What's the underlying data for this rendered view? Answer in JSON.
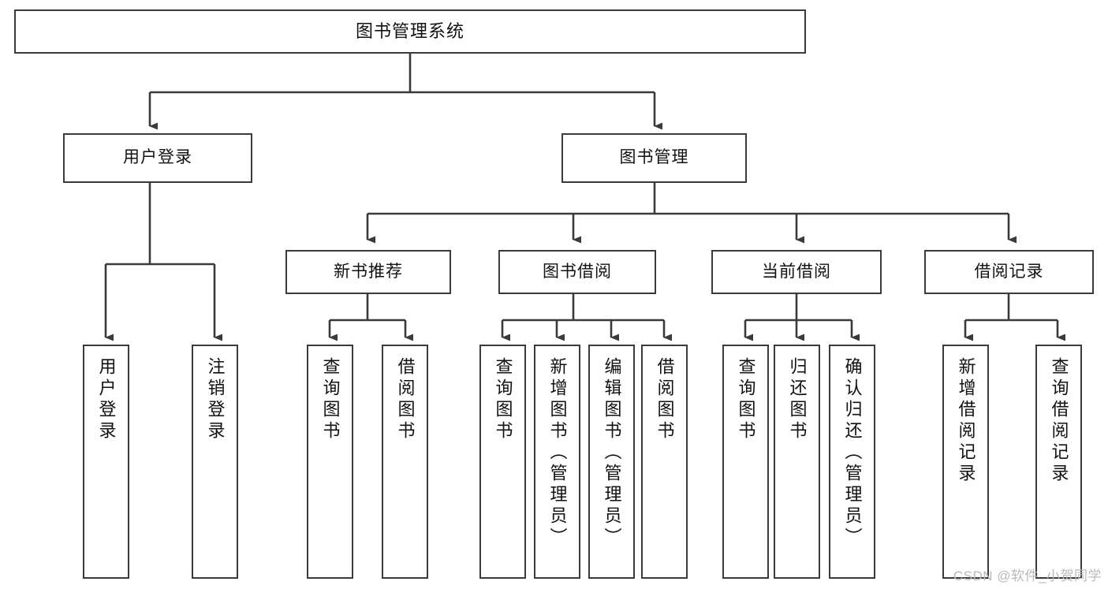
{
  "diagram": {
    "title_text": "图书管理系统",
    "colors": {
      "box_border": "#3a3a3a",
      "box_fill": "#ffffff",
      "connector": "#3a3a3a",
      "text": "#111111",
      "watermark": "#b9b9b9"
    },
    "root": {
      "label": "图书管理系统"
    },
    "level2": [
      {
        "label": "用户登录"
      },
      {
        "label": "图书管理"
      }
    ],
    "level3": [
      {
        "label": "新书推荐"
      },
      {
        "label": "图书借阅"
      },
      {
        "label": "当前借阅"
      },
      {
        "label": "借阅记录"
      }
    ],
    "leaves": [
      {
        "label": "用户登录"
      },
      {
        "label": "注销登录"
      },
      {
        "label": "查询图书"
      },
      {
        "label": "借阅图书"
      },
      {
        "label": "查询图书"
      },
      {
        "label": "新增图书（管理员）"
      },
      {
        "label": "编辑图书（管理员）"
      },
      {
        "label": "借阅图书"
      },
      {
        "label": "查询图书"
      },
      {
        "label": "归还图书"
      },
      {
        "label": "确认归还（管理员）"
      },
      {
        "label": "新增借阅记录"
      },
      {
        "label": "查询借阅记录"
      }
    ],
    "watermark": "CSDN @软件_小贺同学"
  }
}
